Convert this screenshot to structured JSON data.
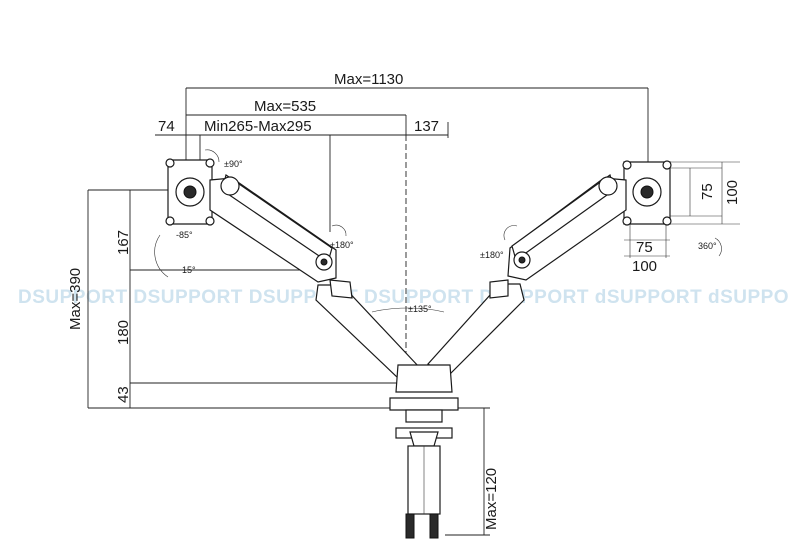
{
  "dimensions": {
    "max_total": "Max=1130",
    "max_arm": "Max=535",
    "left_offset": "74",
    "range": "Min265-Max295",
    "right_offset": "137",
    "height_total": "Max=390",
    "height_upper": "167",
    "height_middle": "180",
    "height_base": "43",
    "clamp_height": "Max=120",
    "vesa_h1": "75",
    "vesa_h2": "100",
    "vesa_w1": "75",
    "vesa_w2": "100"
  },
  "rotations": {
    "tilt_up": "±90°",
    "tilt_down": "-85°",
    "tilt_small": "15°",
    "swivel_left": "±180°",
    "swivel_right": "±180°",
    "base_rotation": "±135°",
    "rotate_full": "360°"
  },
  "watermark": "DSUPPORT  DSUPPORT  DSUPPORT  DSUPPORT  DSUPPORT  dSUPPORT  dSUPPORT",
  "colors": {
    "line": "#222222",
    "watermark": "#cfe3ef",
    "background": "#ffffff"
  }
}
